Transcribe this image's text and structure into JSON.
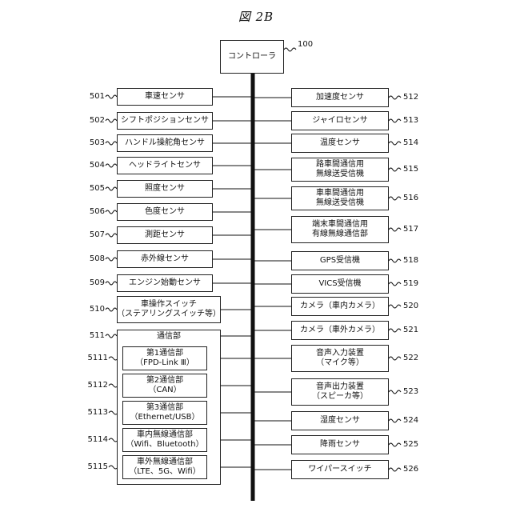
{
  "figure_title": "図 2B",
  "controller": {
    "label": "コントローラ",
    "ref": "100"
  },
  "left_sensors": [
    {
      "ref": "501",
      "label": "車速センサ"
    },
    {
      "ref": "502",
      "label": "シフトポジションセンサ"
    },
    {
      "ref": "503",
      "label": "ハンドル操舵角センサ"
    },
    {
      "ref": "504",
      "label": "ヘッドライトセンサ"
    },
    {
      "ref": "505",
      "label": "照度センサ"
    },
    {
      "ref": "506",
      "label": "色度センサ"
    },
    {
      "ref": "507",
      "label": "測距センサ"
    },
    {
      "ref": "508",
      "label": "赤外線センサ"
    },
    {
      "ref": "509",
      "label": "エンジン始動センサ"
    },
    {
      "ref": "510",
      "lines": [
        "車操作スイッチ",
        "（ステアリングスイッチ等）"
      ]
    }
  ],
  "comm_unit": {
    "ref": "511",
    "label": "通信部",
    "items": [
      {
        "ref": "5111",
        "lines": [
          "第1通信部",
          "（FPD-Link Ⅲ）"
        ]
      },
      {
        "ref": "5112",
        "lines": [
          "第2通信部",
          "（CAN）"
        ]
      },
      {
        "ref": "5113",
        "lines": [
          "第3通信部",
          "（Ethernet/USB）"
        ]
      },
      {
        "ref": "5114",
        "lines": [
          "車内無線通信部",
          "（Wifi、Bluetooth）"
        ]
      },
      {
        "ref": "5115",
        "lines": [
          "車外無線通信部",
          "（LTE、5G、Wifi）"
        ]
      }
    ]
  },
  "right_devices": [
    {
      "ref": "512",
      "lines": [
        "加速度センサ"
      ]
    },
    {
      "ref": "513",
      "lines": [
        "ジャイロセンサ"
      ]
    },
    {
      "ref": "514",
      "lines": [
        "温度センサ"
      ]
    },
    {
      "ref": "515",
      "lines": [
        "路車間通信用",
        "無線送受信機"
      ]
    },
    {
      "ref": "516",
      "lines": [
        "車車間通信用",
        "無線送受信機"
      ]
    },
    {
      "ref": "517",
      "lines": [
        "端末車間通信用",
        "有線無線通信部"
      ]
    },
    {
      "ref": "518",
      "lines": [
        "GPS受信機"
      ]
    },
    {
      "ref": "519",
      "lines": [
        "VICS受信機"
      ]
    },
    {
      "ref": "520",
      "lines": [
        "カメラ（車内カメラ）"
      ]
    },
    {
      "ref": "521",
      "lines": [
        "カメラ（車外カメラ）"
      ]
    },
    {
      "ref": "522",
      "lines": [
        "音声入力装置",
        "（マイク等）"
      ]
    },
    {
      "ref": "523",
      "lines": [
        "音声出力装置",
        "（スピーカ等）"
      ]
    },
    {
      "ref": "524",
      "lines": [
        "湿度センサ"
      ]
    },
    {
      "ref": "525",
      "lines": [
        "降雨センサ"
      ]
    },
    {
      "ref": "526",
      "lines": [
        "ワイパースイッチ"
      ]
    }
  ]
}
